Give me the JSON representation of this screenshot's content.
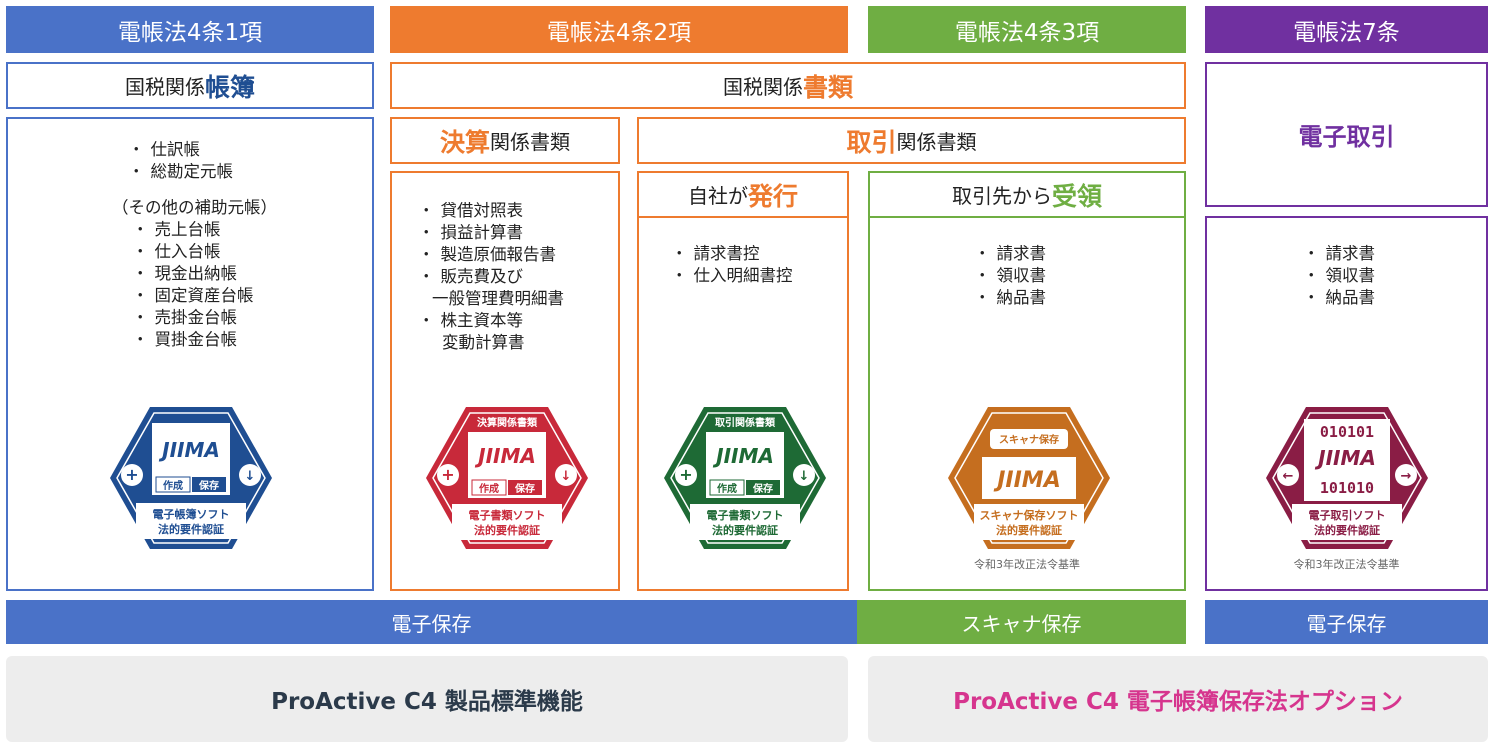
{
  "colors": {
    "blue": "#4a72c8",
    "orange": "#ee7b2f",
    "green": "#6fae43",
    "purple": "#7030a0",
    "navy": "#1f4e92",
    "red": "#c8293a",
    "dkgreen": "#1e6a35",
    "brown": "#c56e1f",
    "maroon": "#8a1d45",
    "pink": "#d6358e"
  },
  "headers": {
    "col1": "電帳法4条1項",
    "col2": "電帳法4条2項",
    "col3": "電帳法4条3項",
    "col4": "電帳法7条"
  },
  "titles": {
    "books_prefix": "国税関係",
    "books_em": "帳簿",
    "docs_prefix": "国税関係",
    "docs_em": "書類",
    "settlement_em": "決算",
    "settlement_suffix": "関係書類",
    "transaction_em": "取引",
    "transaction_suffix": "関係書類",
    "issued_prefix": "自社が",
    "issued_em": "発行",
    "received_prefix": "取引先から",
    "received_em": "受領",
    "ec": "電子取引"
  },
  "lists": {
    "books_main": [
      "仕訳帳",
      "総勘定元帳"
    ],
    "books_sub_note": "（その他の補助元帳）",
    "books_sub": [
      "売上台帳",
      "仕入台帳",
      "現金出納帳",
      "固定資産台帳",
      "売掛金台帳",
      "買掛金台帳"
    ],
    "settlement": [
      "貸借対照表",
      "損益計算書",
      "製造原価報告書",
      "販売費及び",
      "株主資本等"
    ],
    "settlement_cont1": "一般管理費明細書",
    "settlement_cont2": "変動計算書",
    "issued": [
      "請求書控",
      "仕入明細書控"
    ],
    "received": [
      "請求書",
      "領収書",
      "納品書"
    ],
    "ec": [
      "請求書",
      "領収書",
      "納品書"
    ]
  },
  "badges": {
    "brand": "JIIMA",
    "b1": {
      "doc_a": "作成",
      "doc_b": "保存",
      "line1": "電子帳簿ソフト",
      "line2": "法的要件認証"
    },
    "b2": {
      "top": "決算関係書類",
      "doc_a": "作成",
      "doc_b": "保存",
      "line1": "電子書類ソフト",
      "line2": "法的要件認証"
    },
    "b3": {
      "top": "取引関係書類",
      "doc_a": "作成",
      "doc_b": "保存",
      "line1": "電子書類ソフト",
      "line2": "法的要件認証"
    },
    "b4": {
      "top": "スキャナ保存",
      "line1": "スキャナ保存ソフト",
      "line2": "法的要件認証",
      "caption": "令和3年改正法令基準"
    },
    "b5": {
      "bin1": "010101",
      "bin2": "101010",
      "line1": "電子取引ソフト",
      "line2": "法的要件認証",
      "caption": "令和3年改正法令基準"
    }
  },
  "storage": {
    "electronic": "電子保存",
    "scanner": "スキャナ保存",
    "electronic2": "電子保存"
  },
  "footer": {
    "standard": "ProActive C4 製品標準機能",
    "option": "ProActive C4 電子帳簿保存法オプション"
  }
}
